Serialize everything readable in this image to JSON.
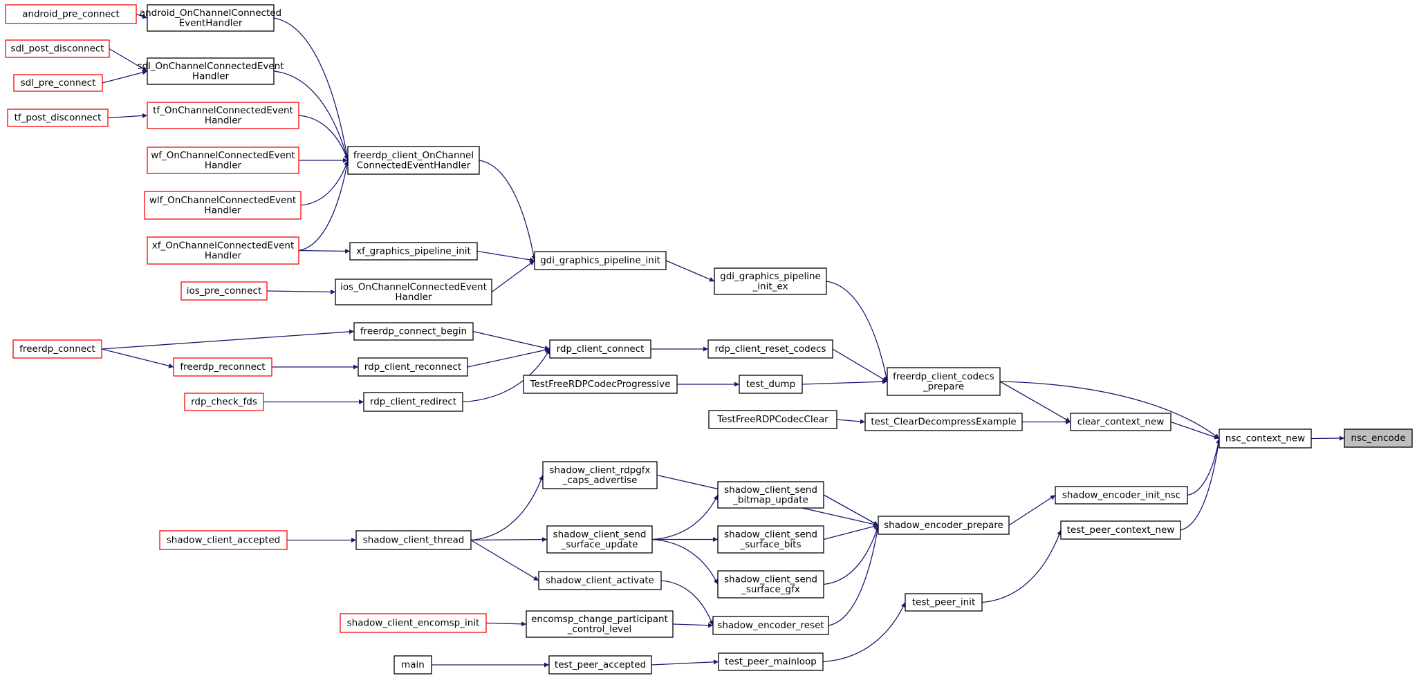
{
  "graph": {
    "colors": {
      "edge": "#191970",
      "truncated_border": "#ff0000",
      "normal_border": "#000000",
      "focus_fill": "#bfbfbf"
    },
    "nodes": [
      {
        "id": "android_pre_connect",
        "lines": [
          "android_pre_connect"
        ],
        "style": "trunc"
      },
      {
        "id": "android_OnChannelConnectedEventHandler",
        "lines": [
          "android_OnChannelConnected",
          "EventHandler"
        ],
        "style": "normal"
      },
      {
        "id": "sdl_post_disconnect",
        "lines": [
          "sdl_post_disconnect"
        ],
        "style": "trunc"
      },
      {
        "id": "sdl_pre_connect",
        "lines": [
          "sdl_pre_connect"
        ],
        "style": "trunc"
      },
      {
        "id": "sdl_OnChannelConnectedEventHandler",
        "lines": [
          "sdl_OnChannelConnectedEvent",
          "Handler"
        ],
        "style": "normal"
      },
      {
        "id": "tf_post_disconnect",
        "lines": [
          "tf_post_disconnect"
        ],
        "style": "trunc"
      },
      {
        "id": "tf_OnChannelConnectedEventHandler",
        "lines": [
          "tf_OnChannelConnectedEvent",
          "Handler"
        ],
        "style": "trunc"
      },
      {
        "id": "wf_OnChannelConnectedEventHandler",
        "lines": [
          "wf_OnChannelConnectedEvent",
          "Handler"
        ],
        "style": "trunc"
      },
      {
        "id": "wlf_OnChannelConnectedEventHandler",
        "lines": [
          "wlf_OnChannelConnectedEvent",
          "Handler"
        ],
        "style": "trunc"
      },
      {
        "id": "xf_OnChannelConnectedEventHandler",
        "lines": [
          "xf_OnChannelConnectedEvent",
          "Handler"
        ],
        "style": "trunc"
      },
      {
        "id": "freerdp_client_OnChannelConnectedEventHandler",
        "lines": [
          "freerdp_client_OnChannel",
          "ConnectedEventHandler"
        ],
        "style": "normal"
      },
      {
        "id": "xf_graphics_pipeline_init",
        "lines": [
          "xf_graphics_pipeline_init"
        ],
        "style": "normal"
      },
      {
        "id": "ios_pre_connect",
        "lines": [
          "ios_pre_connect"
        ],
        "style": "trunc"
      },
      {
        "id": "ios_OnChannelConnectedEventHandler",
        "lines": [
          "ios_OnChannelConnectedEvent",
          "Handler"
        ],
        "style": "normal"
      },
      {
        "id": "gdi_graphics_pipeline_init",
        "lines": [
          "gdi_graphics_pipeline_init"
        ],
        "style": "normal"
      },
      {
        "id": "gdi_graphics_pipeline_init_ex",
        "lines": [
          "gdi_graphics_pipeline",
          "_init_ex"
        ],
        "style": "normal"
      },
      {
        "id": "freerdp_connect",
        "lines": [
          "freerdp_connect"
        ],
        "style": "trunc"
      },
      {
        "id": "freerdp_connect_begin",
        "lines": [
          "freerdp_connect_begin"
        ],
        "style": "normal"
      },
      {
        "id": "freerdp_reconnect",
        "lines": [
          "freerdp_reconnect"
        ],
        "style": "trunc"
      },
      {
        "id": "rdp_client_reconnect",
        "lines": [
          "rdp_client_reconnect"
        ],
        "style": "normal"
      },
      {
        "id": "rdp_check_fds",
        "lines": [
          "rdp_check_fds"
        ],
        "style": "trunc"
      },
      {
        "id": "rdp_client_redirect",
        "lines": [
          "rdp_client_redirect"
        ],
        "style": "normal"
      },
      {
        "id": "rdp_client_connect",
        "lines": [
          "rdp_client_connect"
        ],
        "style": "normal"
      },
      {
        "id": "rdp_client_reset_codecs",
        "lines": [
          "rdp_client_reset_codecs"
        ],
        "style": "normal"
      },
      {
        "id": "TestFreeRDPCodecProgressive",
        "lines": [
          "TestFreeRDPCodecProgressive"
        ],
        "style": "normal"
      },
      {
        "id": "test_dump",
        "lines": [
          "test_dump"
        ],
        "style": "normal"
      },
      {
        "id": "freerdp_client_codecs_prepare",
        "lines": [
          "freerdp_client_codecs",
          "_prepare"
        ],
        "style": "normal"
      },
      {
        "id": "TestFreeRDPCodecClear",
        "lines": [
          "TestFreeRDPCodecClear"
        ],
        "style": "normal"
      },
      {
        "id": "test_ClearDecompressExample",
        "lines": [
          "test_ClearDecompressExample"
        ],
        "style": "normal"
      },
      {
        "id": "clear_context_new",
        "lines": [
          "clear_context_new"
        ],
        "style": "normal"
      },
      {
        "id": "nsc_context_new",
        "lines": [
          "nsc_context_new"
        ],
        "style": "normal"
      },
      {
        "id": "nsc_encode",
        "lines": [
          "nsc_encode"
        ],
        "style": "focus"
      },
      {
        "id": "shadow_client_rdpgfx_caps_advertise",
        "lines": [
          "shadow_client_rdpgfx",
          "_caps_advertise"
        ],
        "style": "normal"
      },
      {
        "id": "shadow_client_send_bitmap_update",
        "lines": [
          "shadow_client_send",
          "_bitmap_update"
        ],
        "style": "normal"
      },
      {
        "id": "shadow_client_accepted",
        "lines": [
          "shadow_client_accepted"
        ],
        "style": "trunc"
      },
      {
        "id": "shadow_client_thread",
        "lines": [
          "shadow_client_thread"
        ],
        "style": "normal"
      },
      {
        "id": "shadow_client_send_surface_update",
        "lines": [
          "shadow_client_send",
          "_surface_update"
        ],
        "style": "normal"
      },
      {
        "id": "shadow_client_send_surface_bits",
        "lines": [
          "shadow_client_send",
          "_surface_bits"
        ],
        "style": "normal"
      },
      {
        "id": "shadow_encoder_prepare",
        "lines": [
          "shadow_encoder_prepare"
        ],
        "style": "normal"
      },
      {
        "id": "shadow_encoder_init_nsc",
        "lines": [
          "shadow_encoder_init_nsc"
        ],
        "style": "normal"
      },
      {
        "id": "test_peer_context_new",
        "lines": [
          "test_peer_context_new"
        ],
        "style": "normal"
      },
      {
        "id": "shadow_client_activate",
        "lines": [
          "shadow_client_activate"
        ],
        "style": "normal"
      },
      {
        "id": "shadow_client_send_surface_gfx",
        "lines": [
          "shadow_client_send",
          "_surface_gfx"
        ],
        "style": "normal"
      },
      {
        "id": "test_peer_init",
        "lines": [
          "test_peer_init"
        ],
        "style": "normal"
      },
      {
        "id": "shadow_client_encomsp_init",
        "lines": [
          "shadow_client_encomsp_init"
        ],
        "style": "trunc"
      },
      {
        "id": "encomsp_change_participant_control_level",
        "lines": [
          "encomsp_change_participant",
          "_control_level"
        ],
        "style": "normal"
      },
      {
        "id": "shadow_encoder_reset",
        "lines": [
          "shadow_encoder_reset"
        ],
        "style": "normal"
      },
      {
        "id": "main",
        "lines": [
          "main"
        ],
        "style": "normal"
      },
      {
        "id": "test_peer_accepted",
        "lines": [
          "test_peer_accepted"
        ],
        "style": "normal"
      },
      {
        "id": "test_peer_mainloop",
        "lines": [
          "test_peer_mainloop"
        ],
        "style": "normal"
      }
    ],
    "edges": [
      {
        "from": "android_pre_connect",
        "to": "android_OnChannelConnectedEventHandler"
      },
      {
        "from": "sdl_post_disconnect",
        "to": "sdl_OnChannelConnectedEventHandler"
      },
      {
        "from": "sdl_pre_connect",
        "to": "sdl_OnChannelConnectedEventHandler"
      },
      {
        "from": "tf_post_disconnect",
        "to": "tf_OnChannelConnectedEventHandler"
      },
      {
        "from": "android_OnChannelConnectedEventHandler",
        "to": "freerdp_client_OnChannelConnectedEventHandler"
      },
      {
        "from": "sdl_OnChannelConnectedEventHandler",
        "to": "freerdp_client_OnChannelConnectedEventHandler"
      },
      {
        "from": "tf_OnChannelConnectedEventHandler",
        "to": "freerdp_client_OnChannelConnectedEventHandler"
      },
      {
        "from": "wf_OnChannelConnectedEventHandler",
        "to": "freerdp_client_OnChannelConnectedEventHandler"
      },
      {
        "from": "wlf_OnChannelConnectedEventHandler",
        "to": "freerdp_client_OnChannelConnectedEventHandler"
      },
      {
        "from": "xf_OnChannelConnectedEventHandler",
        "to": "freerdp_client_OnChannelConnectedEventHandler"
      },
      {
        "from": "xf_OnChannelConnectedEventHandler",
        "to": "xf_graphics_pipeline_init"
      },
      {
        "from": "freerdp_client_OnChannelConnectedEventHandler",
        "to": "gdi_graphics_pipeline_init"
      },
      {
        "from": "xf_graphics_pipeline_init",
        "to": "gdi_graphics_pipeline_init"
      },
      {
        "from": "ios_pre_connect",
        "to": "ios_OnChannelConnectedEventHandler"
      },
      {
        "from": "ios_OnChannelConnectedEventHandler",
        "to": "gdi_graphics_pipeline_init"
      },
      {
        "from": "gdi_graphics_pipeline_init",
        "to": "gdi_graphics_pipeline_init_ex"
      },
      {
        "from": "gdi_graphics_pipeline_init_ex",
        "to": "freerdp_client_codecs_prepare"
      },
      {
        "from": "freerdp_connect",
        "to": "freerdp_connect_begin"
      },
      {
        "from": "freerdp_connect",
        "to": "freerdp_reconnect"
      },
      {
        "from": "freerdp_reconnect",
        "to": "rdp_client_reconnect"
      },
      {
        "from": "rdp_check_fds",
        "to": "rdp_client_redirect"
      },
      {
        "from": "freerdp_connect_begin",
        "to": "rdp_client_connect"
      },
      {
        "from": "rdp_client_reconnect",
        "to": "rdp_client_connect"
      },
      {
        "from": "rdp_client_redirect",
        "to": "rdp_client_connect"
      },
      {
        "from": "rdp_client_connect",
        "to": "rdp_client_reset_codecs"
      },
      {
        "from": "rdp_client_reset_codecs",
        "to": "freerdp_client_codecs_prepare"
      },
      {
        "from": "TestFreeRDPCodecProgressive",
        "to": "test_dump"
      },
      {
        "from": "test_dump",
        "to": "freerdp_client_codecs_prepare"
      },
      {
        "from": "freerdp_client_codecs_prepare",
        "to": "nsc_context_new"
      },
      {
        "from": "freerdp_client_codecs_prepare",
        "to": "clear_context_new"
      },
      {
        "from": "TestFreeRDPCodecClear",
        "to": "test_ClearDecompressExample"
      },
      {
        "from": "test_ClearDecompressExample",
        "to": "clear_context_new"
      },
      {
        "from": "clear_context_new",
        "to": "nsc_context_new"
      },
      {
        "from": "nsc_context_new",
        "to": "nsc_encode"
      },
      {
        "from": "shadow_client_accepted",
        "to": "shadow_client_thread"
      },
      {
        "from": "shadow_client_thread",
        "to": "shadow_client_rdpgfx_caps_advertise"
      },
      {
        "from": "shadow_client_thread",
        "to": "shadow_client_send_surface_update"
      },
      {
        "from": "shadow_client_thread",
        "to": "shadow_client_activate"
      },
      {
        "from": "shadow_client_send_surface_update",
        "to": "shadow_client_send_bitmap_update"
      },
      {
        "from": "shadow_client_send_surface_update",
        "to": "shadow_client_send_surface_bits"
      },
      {
        "from": "shadow_client_send_surface_update",
        "to": "shadow_client_send_surface_gfx"
      },
      {
        "from": "shadow_client_rdpgfx_caps_advertise",
        "to": "shadow_encoder_prepare"
      },
      {
        "from": "shadow_client_send_bitmap_update",
        "to": "shadow_encoder_prepare"
      },
      {
        "from": "shadow_client_send_surface_bits",
        "to": "shadow_encoder_prepare"
      },
      {
        "from": "shadow_client_send_surface_gfx",
        "to": "shadow_encoder_prepare"
      },
      {
        "from": "shadow_encoder_reset",
        "to": "shadow_encoder_prepare"
      },
      {
        "from": "shadow_client_activate",
        "to": "shadow_encoder_reset"
      },
      {
        "from": "shadow_client_encomsp_init",
        "to": "encomsp_change_participant_control_level"
      },
      {
        "from": "encomsp_change_participant_control_level",
        "to": "shadow_encoder_reset"
      },
      {
        "from": "shadow_encoder_prepare",
        "to": "shadow_encoder_init_nsc"
      },
      {
        "from": "shadow_encoder_init_nsc",
        "to": "nsc_context_new"
      },
      {
        "from": "test_peer_context_new",
        "to": "nsc_context_new"
      },
      {
        "from": "test_peer_init",
        "to": "test_peer_context_new"
      },
      {
        "from": "test_peer_mainloop",
        "to": "test_peer_init"
      },
      {
        "from": "main",
        "to": "test_peer_accepted"
      },
      {
        "from": "test_peer_accepted",
        "to": "test_peer_mainloop"
      }
    ]
  }
}
